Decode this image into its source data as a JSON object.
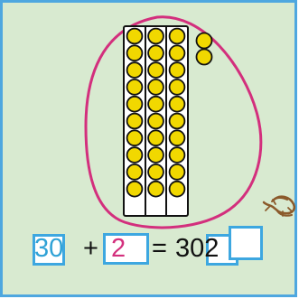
{
  "colors": {
    "panel_bg": "#d8ead0",
    "panel_border": "#4ea7df",
    "bead": "#f1d800",
    "bead_outline": "#111111",
    "loop": "#d32f7d",
    "first_addend": "#30a2d6",
    "second_addend": "#d32f7d",
    "text": "#111111"
  },
  "equation": {
    "first_addend": "30",
    "plus": "+",
    "second_addend": "2",
    "equals": "=",
    "result": "302"
  },
  "icons": {
    "tens_rods": "bead-rods",
    "ones": "single-beads",
    "loop": "pink-loop",
    "animal": "lizard-icon"
  }
}
